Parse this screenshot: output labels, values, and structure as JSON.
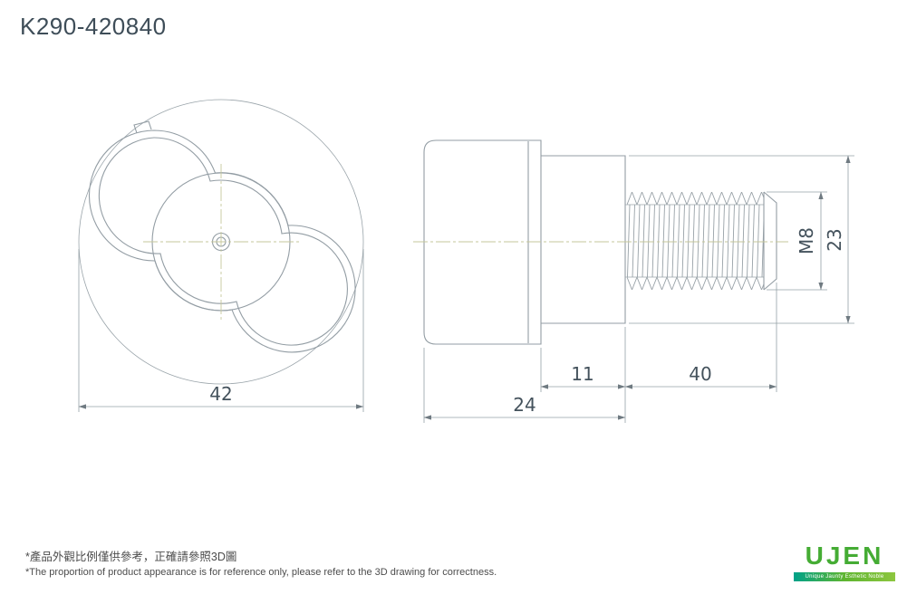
{
  "title": "K290-420840",
  "views": {
    "front": {
      "dim_width": "42"
    },
    "side": {
      "dim_body_depth": "24",
      "dim_neck_length": "11",
      "dim_thread_length": "40",
      "thread_spec": "M8",
      "dim_diameter": "23"
    }
  },
  "footnotes": {
    "zh": "*產品外觀比例僅供參考，正確請參照3D圖",
    "en": "*The proportion of product appearance is for reference only, please refer to the 3D drawing for correctness."
  },
  "logo": {
    "name": "UJEN",
    "tagline": "Unique Jaunty Esthetic Noble"
  },
  "colors": {
    "line": "#939da4",
    "centerline": "#c6c79b",
    "dimension_text": "#44525c",
    "logo_green": "#45ac34",
    "logo_bar_start": "#00a189",
    "logo_bar_end": "#8dc63f"
  }
}
